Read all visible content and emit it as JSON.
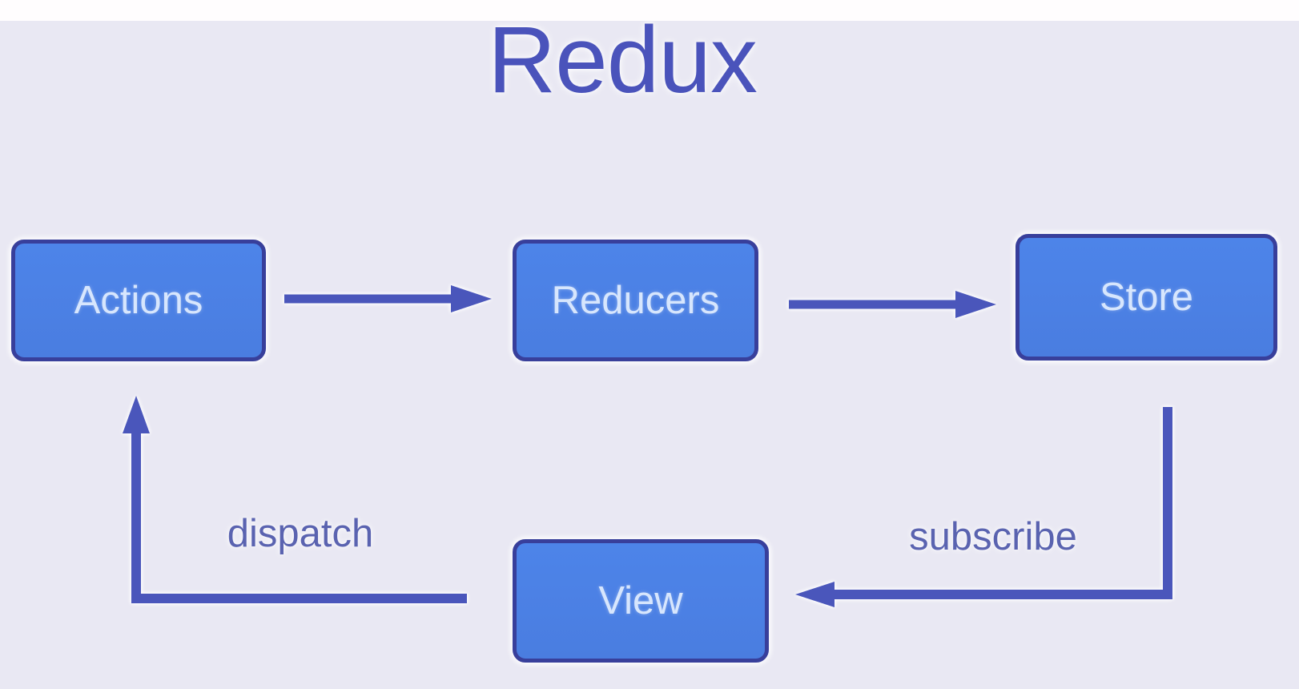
{
  "title": "Redux",
  "nodes": [
    {
      "id": "actions",
      "label": "Actions"
    },
    {
      "id": "reducers",
      "label": "Reducers"
    },
    {
      "id": "store",
      "label": "Store"
    },
    {
      "id": "view",
      "label": "View"
    }
  ],
  "edges": [
    {
      "from": "actions",
      "to": "reducers",
      "label": ""
    },
    {
      "from": "reducers",
      "to": "store",
      "label": ""
    },
    {
      "from": "store",
      "to": "view",
      "label": "subscribe"
    },
    {
      "from": "view",
      "to": "actions",
      "label": "dispatch"
    }
  ],
  "colors": {
    "background": "#e9e8f3",
    "top_strip": "#fffdfe",
    "title_text": "#4a53bb",
    "node_fill": "#4b80e4",
    "node_border": "#383f9b",
    "node_text": "#d7e6fd",
    "arrow": "#4a56bb",
    "edge_label_text": "#5a63b0"
  }
}
